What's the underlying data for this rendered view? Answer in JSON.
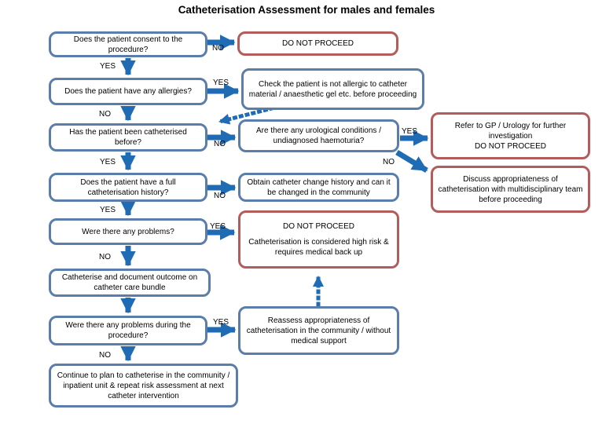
{
  "title": "Catheterisation Assessment for males and females",
  "labels": {
    "yes": "YES",
    "no": "NO"
  },
  "colors": {
    "blue_border": "#5b7da9",
    "red_border": "#b25c5c",
    "arrow": "#1f6cb5",
    "text": "#000000",
    "background": "#ffffff"
  },
  "nodes": {
    "consent": {
      "text": "Does the patient consent to the procedure?"
    },
    "do_not_proceed_top": {
      "text": "DO NOT PROCEED"
    },
    "allergies": {
      "text": "Does the patient have any allergies?"
    },
    "check_allergy": {
      "text": "Check the patient is not allergic to catheter material / anaesthetic gel etc. before proceeding"
    },
    "catheterised_before": {
      "text": "Has the patient been catheterised before?"
    },
    "urological": {
      "text": "Are there any urological conditions / undiagnosed haemoturia?"
    },
    "refer_gp": {
      "line1": "Refer to GP / Urology for further investigation",
      "line2": "DO NOT PROCEED"
    },
    "discuss": {
      "text": "Discuss appropriateness of catheterisation with multidisciplinary team before proceeding"
    },
    "full_history": {
      "text": "Does the patient have a full catheterisation history?"
    },
    "obtain_history": {
      "text": "Obtain catheter change history and can it be changed in the community"
    },
    "problems": {
      "text": "Were there any problems?"
    },
    "do_not_proceed_high_risk": {
      "heading": "DO NOT PROCEED",
      "body": "Catheterisation is considered high risk & requires medical back up"
    },
    "catheterise_document": {
      "text": "Catheterise and document outcome on catheter care bundle"
    },
    "problems_during": {
      "text": "Were there any problems during the procedure?"
    },
    "reassess": {
      "text": "Reassess appropriateness of catheterisation in the community / without medical support"
    },
    "continue_plan": {
      "text": "Continue to plan to catheterise in the community / inpatient unit & repeat risk assessment at next catheter intervention"
    }
  }
}
